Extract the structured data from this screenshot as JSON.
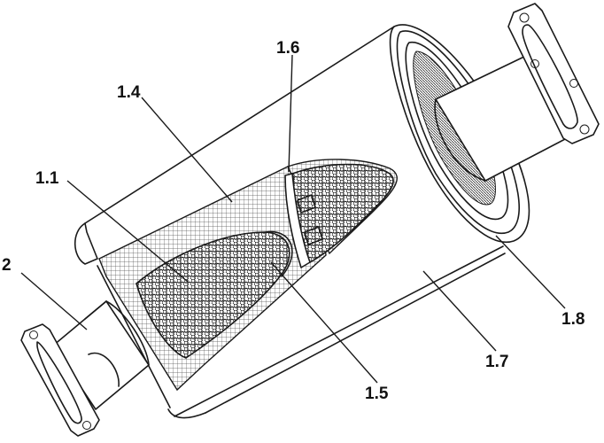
{
  "labels": {
    "l_1_1": "1.1",
    "l_1_4": "1.4",
    "l_1_5": "1.5",
    "l_1_6": "1.6",
    "l_1_7": "1.7",
    "l_1_8": "1.8",
    "l_2": "2"
  }
}
